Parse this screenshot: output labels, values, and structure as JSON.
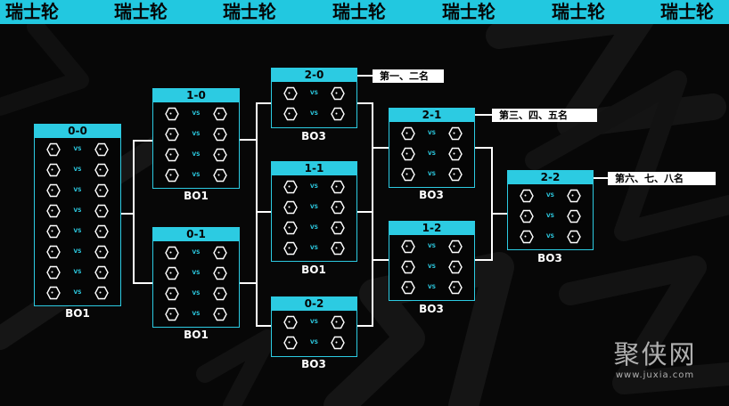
{
  "banner": {
    "word": "瑞士轮",
    "repeat": 7
  },
  "colors": {
    "accent": "#2ccbe2",
    "background": "#070707",
    "tag": "#ffffff"
  },
  "icons": {
    "team_slot": "hexagon-icon"
  },
  "match_label": "VS",
  "groups": [
    {
      "record": "0-0",
      "format": "BO1",
      "matches": 8
    },
    {
      "record": "1-0",
      "format": "BO1",
      "matches": 4
    },
    {
      "record": "0-1",
      "format": "BO1",
      "matches": 4
    },
    {
      "record": "2-0",
      "format": "BO3",
      "matches": 2
    },
    {
      "record": "1-1",
      "format": "BO1",
      "matches": 4
    },
    {
      "record": "0-2",
      "format": "BO3",
      "matches": 2
    },
    {
      "record": "2-1",
      "format": "BO3",
      "matches": 3
    },
    {
      "record": "1-2",
      "format": "BO3",
      "matches": 3
    },
    {
      "record": "2-2",
      "format": "BO3",
      "matches": 3
    }
  ],
  "placements": [
    {
      "record": "2-0",
      "label": "第一、二名"
    },
    {
      "record": "2-1",
      "label": "第三、四、五名"
    },
    {
      "record": "2-2",
      "label": "第六、七、八名"
    }
  ],
  "watermark": {
    "title": "聚侠网",
    "url": "www.juxia.com"
  }
}
